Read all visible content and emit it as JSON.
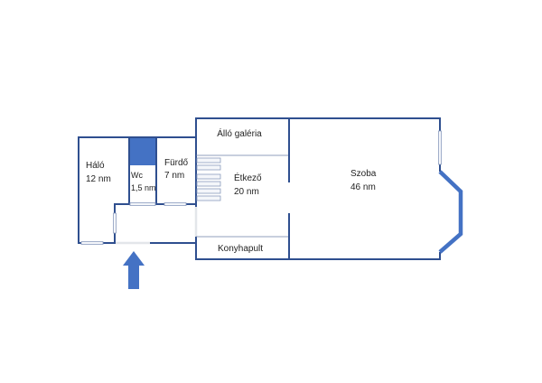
{
  "colors": {
    "wall": "#2f4f8f",
    "accent": "#4472c4",
    "bay": "#4472c4"
  },
  "rooms": {
    "halo": {
      "name": "Háló",
      "area": "12 nm"
    },
    "wc": {
      "name": "Wc",
      "area": "1,5 nm"
    },
    "furdo": {
      "name": "Fürdő",
      "area": "7 nm"
    },
    "galeria": {
      "name": "Álló galéria"
    },
    "etkezo": {
      "name": "Étkező",
      "area": "20 nm"
    },
    "konyhapult": {
      "name": "Konyhapult"
    },
    "szoba": {
      "name": "Szoba",
      "area": "46 nm"
    }
  },
  "icons": {
    "entrance": "arrow-up-icon"
  }
}
